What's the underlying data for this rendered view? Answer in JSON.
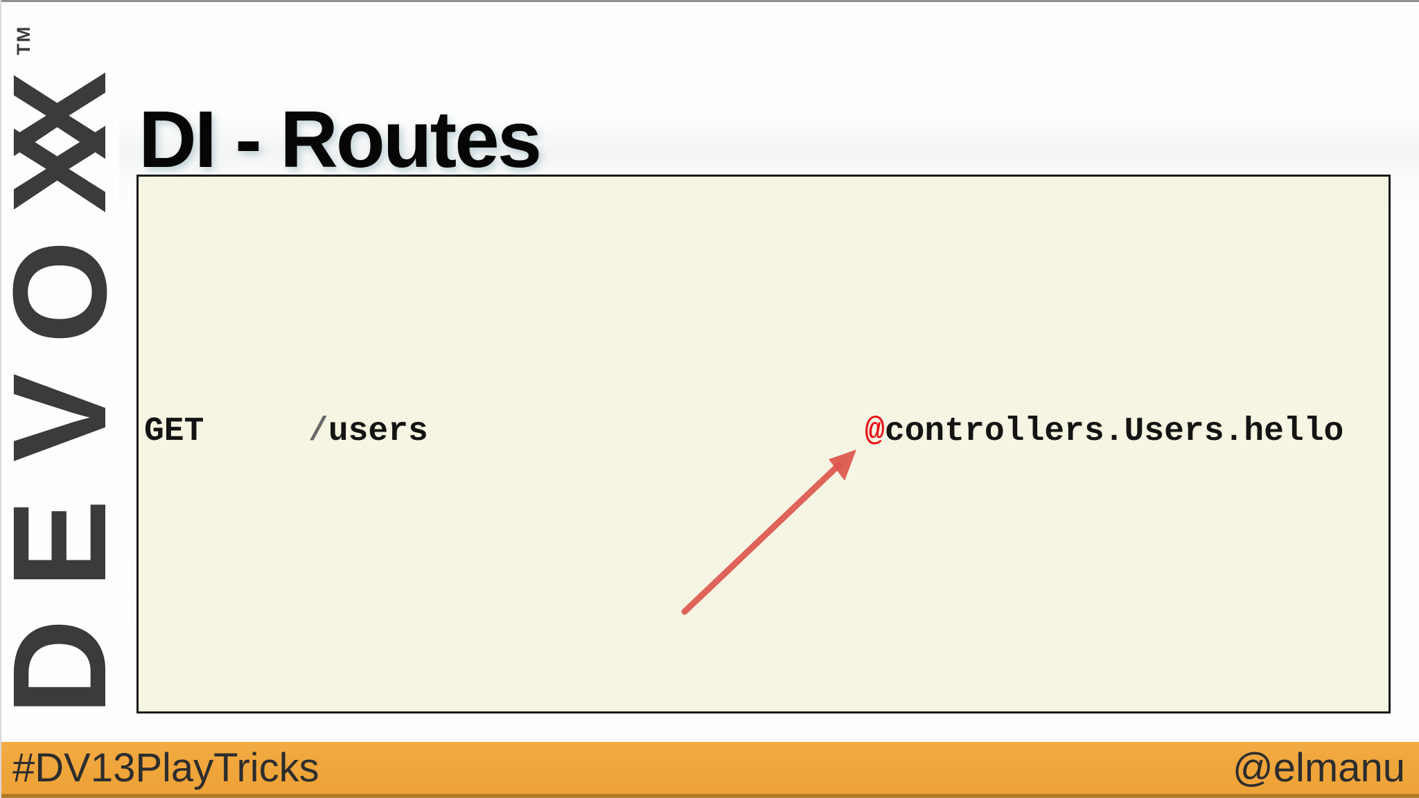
{
  "header": {
    "title": "DI - Routes"
  },
  "logo": {
    "word": "DEVOXX",
    "trademark": "TM",
    "stack_top_to_bottom": [
      "X",
      "X",
      "O",
      "V",
      "E",
      "D"
    ],
    "orange": "#F2A73B",
    "dark": "#3B3B3B"
  },
  "code_box": {
    "background": "#F6F5E3",
    "border": "#161616",
    "route": {
      "method": "GET",
      "path_slash": "/",
      "path_name": "users",
      "action_at": "@",
      "action_path": "controllers.Users.hello"
    },
    "at_color": "#E8131B",
    "slash_color": "#6B6B6B",
    "text_color": "#141414"
  },
  "annotation_arrow": {
    "color": "#DC554D",
    "points_to": "action_at"
  },
  "footer": {
    "hashtag": "#DV13PlayTricks",
    "handle": "@elmanu",
    "background": "#F0A63C",
    "bottom_edge": "#AF7B2B",
    "text_color": "#2D2D2D"
  }
}
